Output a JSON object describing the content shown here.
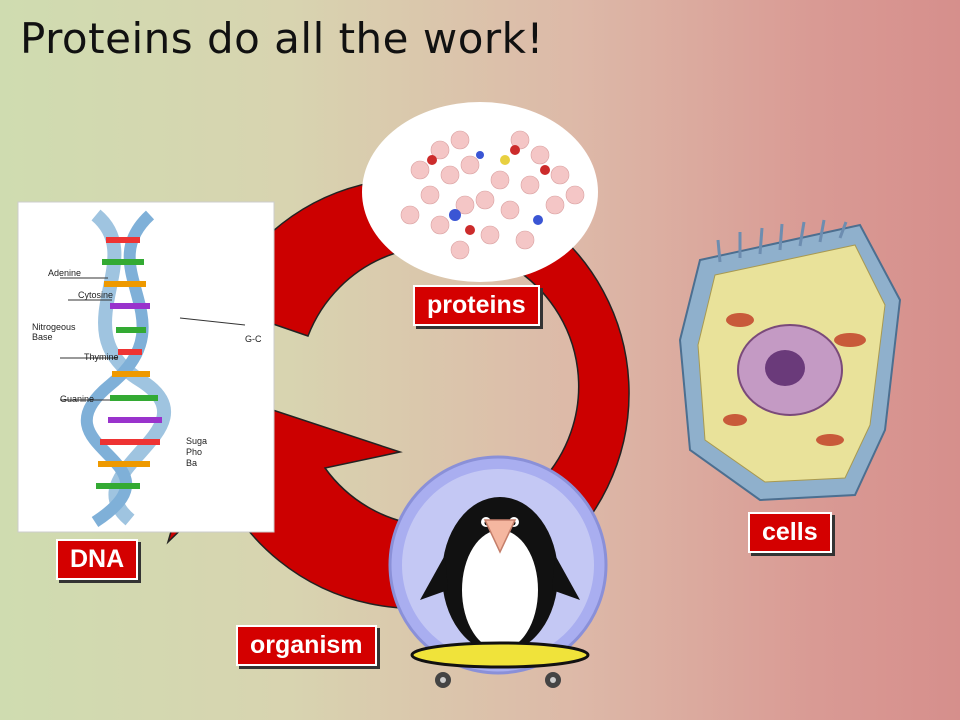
{
  "title": "Proteins do all the work!",
  "labels": {
    "proteins": "proteins",
    "cells": "cells",
    "dna": "DNA",
    "organism": "organism"
  },
  "dna_figure": {
    "adenine": "Adenine",
    "cytosine": "Cytosine",
    "nitrogenous_base": "Nitrogeous\nBase",
    "thymine": "Thymine",
    "guanine": "Guanine",
    "pair_gc": "G-C",
    "sugar_partial": "Suga",
    "phosphate_partial": "Pho",
    "backbone_partial": "Ba"
  },
  "colors": {
    "arrow_red": "#cc0000",
    "label_red": "#d40000",
    "cell_blue": "#8fb0cc",
    "penguin_bg": "#a9aef0"
  }
}
